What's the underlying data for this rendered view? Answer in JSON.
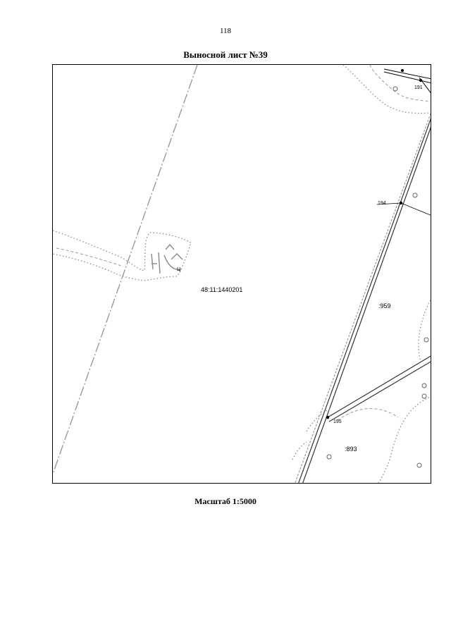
{
  "page": {
    "number": "118",
    "title": "Выносной лист №39",
    "scale": "Масштаб 1:5000"
  },
  "map": {
    "parcel_main": "48:11:1440201",
    "parcel_959": ":959",
    "parcel_893": ":893",
    "point_191": "191",
    "point_194": "194",
    "point_195": "195",
    "colors": {
      "line": "#000000",
      "contour": "#8a8a8a",
      "frame": "#000000"
    }
  }
}
